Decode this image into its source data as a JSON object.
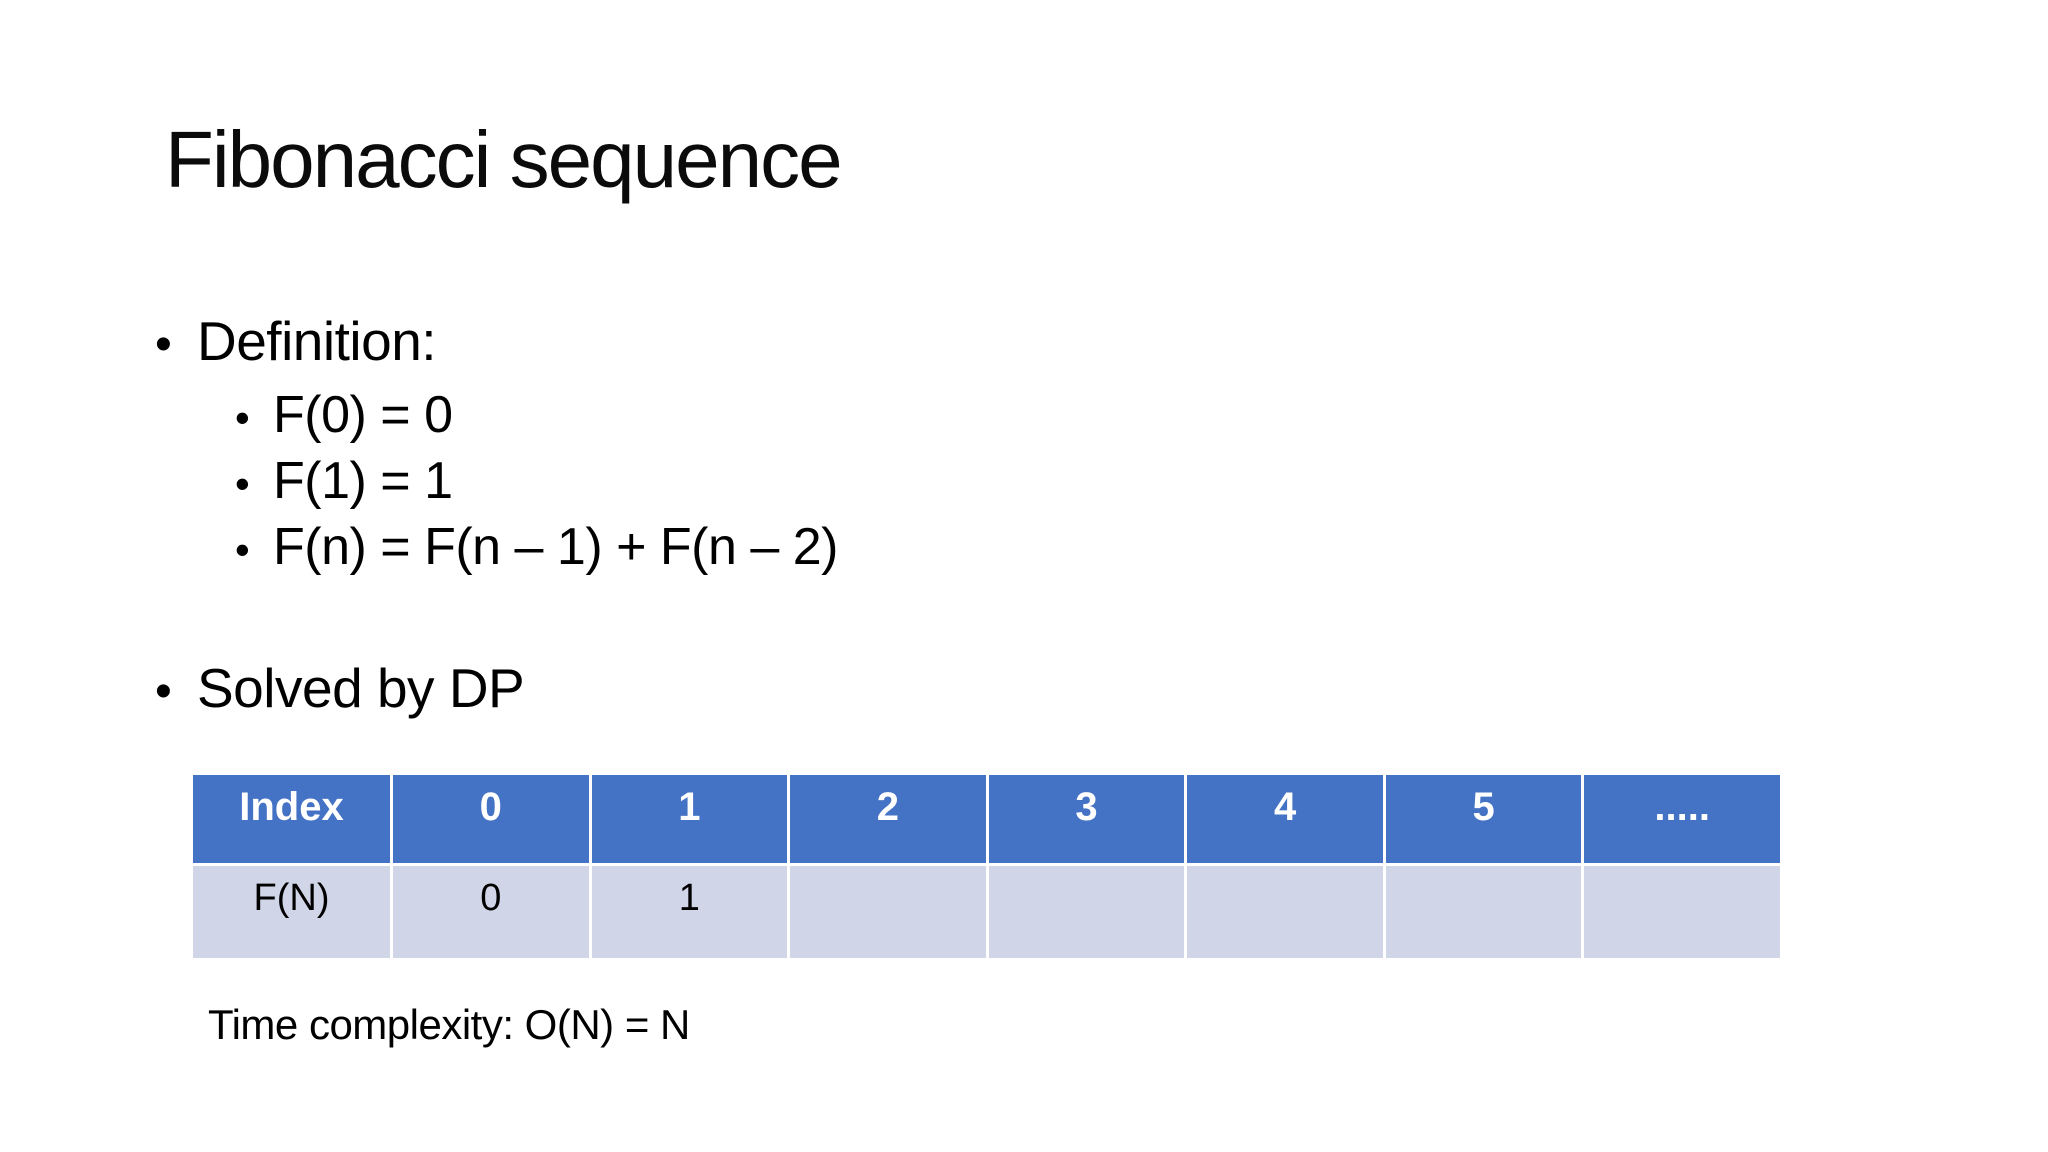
{
  "title": "Fibonacci sequence",
  "bullet_glyph": "•",
  "definition": {
    "label": "Definition:",
    "items": [
      "F(0) = 0",
      "F(1) = 1",
      "F(n) = F(n – 1) + F(n – 2)"
    ]
  },
  "solved": {
    "label": "Solved by DP"
  },
  "table": {
    "header": [
      "Index",
      "0",
      "1",
      "2",
      "3",
      "4",
      "5",
      "....."
    ],
    "row": [
      "F(N)",
      "0",
      "1",
      "",
      "",
      "",
      "",
      ""
    ]
  },
  "footnote": "Time complexity: O(N) = N",
  "colors": {
    "table_header_bg": "#4472C4",
    "table_header_text": "#FFFFFF",
    "table_band_bg": "#D0D6E8",
    "body_text": "#000000",
    "background": "#FFFFFF"
  }
}
